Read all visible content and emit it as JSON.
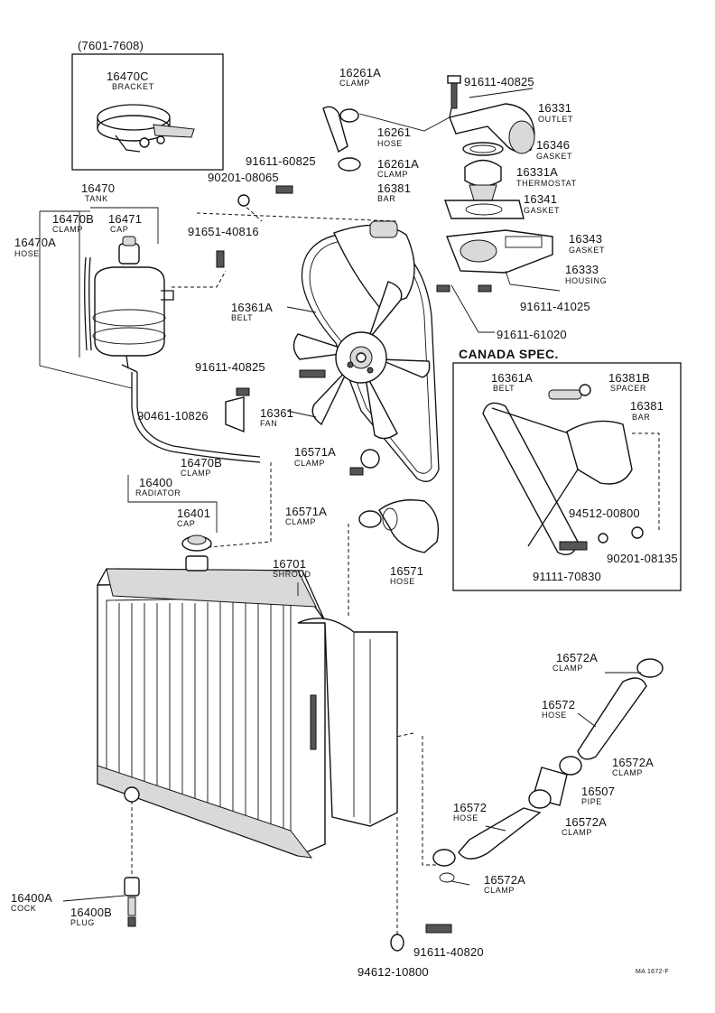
{
  "variant_label": "(7601-7608)",
  "canada_label": "CANADA SPEC.",
  "footer_code": "MA 1672-F",
  "parts": {
    "p16470C": {
      "num": "16470C",
      "name": "BRACKET"
    },
    "p16261A_top": {
      "num": "16261A",
      "name": "CLAMP"
    },
    "p91611_40825_top": {
      "num": "91611-40825"
    },
    "p16331": {
      "num": "16331",
      "name": "OUTLET"
    },
    "p16261": {
      "num": "16261",
      "name": "HOSE"
    },
    "p16346": {
      "num": "16346",
      "name": "GASKET"
    },
    "p91611_60825": {
      "num": "91611-60825"
    },
    "p16261A_mid": {
      "num": "16261A",
      "name": "CLAMP"
    },
    "p16331A": {
      "num": "16331A",
      "name": "THERMOSTAT"
    },
    "p90201_08065": {
      "num": "90201-08065"
    },
    "p16381": {
      "num": "16381",
      "name": "BAR"
    },
    "p16341": {
      "num": "16341",
      "name": "GASKET"
    },
    "p16470": {
      "num": "16470",
      "name": "TANK"
    },
    "p16470B_top": {
      "num": "16470B",
      "name": "CLAMP"
    },
    "p16471": {
      "num": "16471",
      "name": "CAP"
    },
    "p16470A": {
      "num": "16470A",
      "name": "HOSE"
    },
    "p91651_40816": {
      "num": "91651-40816"
    },
    "p16343": {
      "num": "16343",
      "name": "GASKET"
    },
    "p16333": {
      "num": "16333",
      "name": "HOUSING"
    },
    "p16361A": {
      "num": "16361A",
      "name": "BELT"
    },
    "p91611_41025": {
      "num": "91611-41025"
    },
    "p91611_61020": {
      "num": "91611-61020"
    },
    "p91611_40825_mid": {
      "num": "91611-40825"
    },
    "p16361A_can": {
      "num": "16361A",
      "name": "BELT"
    },
    "p16381B_can": {
      "num": "16381B",
      "name": "SPACER"
    },
    "p16381_can": {
      "num": "16381",
      "name": "BAR"
    },
    "p90461_10826": {
      "num": "90461-10826"
    },
    "p16361": {
      "num": "16361",
      "name": "FAN"
    },
    "p16571A_top": {
      "num": "16571A",
      "name": "CLAMP"
    },
    "p16470B_bot": {
      "num": "16470B",
      "name": "CLAMP"
    },
    "p16400": {
      "num": "16400",
      "name": "RADIATOR"
    },
    "p16401": {
      "num": "16401",
      "name": "CAP"
    },
    "p16571A_bot": {
      "num": "16571A",
      "name": "CLAMP"
    },
    "p94512_00800": {
      "num": "94512-00800"
    },
    "p90201_08135": {
      "num": "90201-08135"
    },
    "p91111_70830": {
      "num": "91111-70830"
    },
    "p16571": {
      "num": "16571",
      "name": "HOSE"
    },
    "p16701": {
      "num": "16701",
      "name": "SHROUD"
    },
    "p16572A_a": {
      "num": "16572A",
      "name": "CLAMP"
    },
    "p16572_a": {
      "num": "16572",
      "name": "HOSE"
    },
    "p16572A_b": {
      "num": "16572A",
      "name": "CLAMP"
    },
    "p16507": {
      "num": "16507",
      "name": "PIPE"
    },
    "p16572_b": {
      "num": "16572",
      "name": "HOSE"
    },
    "p16572A_c": {
      "num": "16572A",
      "name": "CLAMP"
    },
    "p16572A_d": {
      "num": "16572A",
      "name": "CLAMP"
    },
    "p16400A": {
      "num": "16400A",
      "name": "COCK"
    },
    "p16400B": {
      "num": "16400B",
      "name": "PLUG"
    },
    "p91611_40820": {
      "num": "91611-40820"
    },
    "p94612_10800": {
      "num": "94612-10800"
    }
  }
}
